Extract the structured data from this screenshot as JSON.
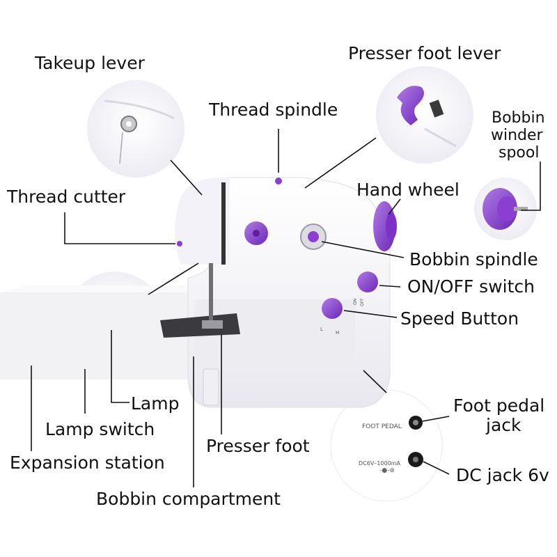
{
  "labels": {
    "takeup_lever": "Takeup lever",
    "thread_spindle": "Thread spindle",
    "presser_foot_lever": "Presser foot lever",
    "bobbin_winder_spool_line1": "Bobbin",
    "bobbin_winder_spool_line2": "winder",
    "bobbin_winder_spool_line3": "spool",
    "hand_wheel": "Hand wheel",
    "thread_cutter": "Thread cutter",
    "bobbin_spindle": "Bobbin spindle",
    "on_off_switch": "ON/OFF switch",
    "speed_button": "Speed Button",
    "lamp": "Lamp",
    "lamp_switch": "Lamp switch",
    "expansion_station": "Expansion station",
    "presser_foot": "Presser foot",
    "bobbin_compartment": "Bobbin compartment",
    "foot_pedal_jack_line1": "Foot pedal",
    "foot_pedal_jack_line2": "jack",
    "dc_jack": "DC jack 6v"
  },
  "panel_text": {
    "foot_pedal": "FOOT PEDAL",
    "dc_rating": "DC6V–1000mA",
    "on": "ON",
    "off": "OFF",
    "low": "L",
    "high": "H"
  },
  "colors": {
    "accent_purple": "#8a3fd0",
    "body_white": "#f7f6fb",
    "line": "#111111"
  }
}
